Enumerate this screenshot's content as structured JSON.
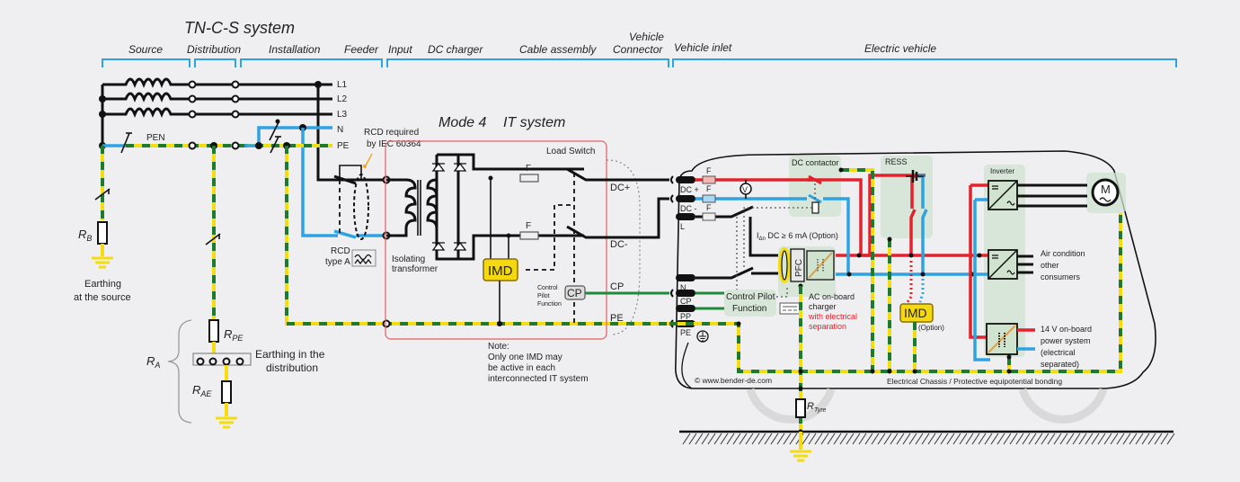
{
  "titles": {
    "tncs": "TN-C-S system",
    "mode4": "Mode 4",
    "it_system": "IT system"
  },
  "sections": [
    {
      "label": "Source"
    },
    {
      "label": "Distribution"
    },
    {
      "label": "Installation"
    },
    {
      "label": "Feeder"
    },
    {
      "label": "Input"
    },
    {
      "label": "DC charger"
    },
    {
      "label": "Cable assembly"
    },
    {
      "label": "Vehicle",
      "label2": "Connector"
    },
    {
      "label": "Vehicle inlet"
    },
    {
      "label": "Electric vehicle"
    }
  ],
  "conductors": {
    "l1": "L1",
    "l2": "L2",
    "l3": "L3",
    "n": "N",
    "pe": "PE",
    "pen": "PEN"
  },
  "source": {
    "rb": "R",
    "rb_sub": "B",
    "earthing_line1": "Earthing",
    "earthing_line2": "at the source"
  },
  "distribution": {
    "ra": "R",
    "ra_sub": "A",
    "rpe": "R",
    "rpe_sub": "PE",
    "rae": "R",
    "rae_sub": "AE",
    "earthing_line1": "Earthing in the",
    "earthing_line2": "distribution"
  },
  "rcd": {
    "required_line1": "RCD required",
    "required_line2": "by IEC 60364",
    "label_line1": "RCD",
    "label_line2": "type A"
  },
  "charger": {
    "load_switch": "Load Switch",
    "fuse": "F",
    "isolating_line1": "Isolating",
    "isolating_line2": "transformer",
    "imd": "IMD",
    "cp_box": "CP",
    "cp_func_line1": "Control",
    "cp_func_line2": "Pilot",
    "cp_func_line3": "Function",
    "dc_plus": "DC+",
    "dc_minus": "DC-",
    "cp": "CP",
    "pe": "PE"
  },
  "note": {
    "line1": "Note:",
    "line2": "Only one IMD may",
    "line3": "be active in each",
    "line4": "interconnected IT system"
  },
  "inlet": {
    "dc_plus": "DC +",
    "dc_minus": "DC -",
    "l": "L",
    "n": "N",
    "cp": "CP",
    "pp": "PP",
    "pe": "PE",
    "fuse": "F",
    "voltmeter": "V"
  },
  "ev": {
    "dc_contactor": "DC contactor",
    "idn": "I",
    "idn_sub": "Δn",
    "idn_rest": " DC ≥ 6 mA (Option)",
    "pfc": "PFC",
    "cp_function_line1": "Control Pilot",
    "cp_function_line2": "Function",
    "ac_charger_line1": "AC on-board",
    "ac_charger_line2": "charger",
    "ac_charger_line3": "with electrical",
    "ac_charger_line4": "separation",
    "ress": "RESS",
    "imd": "IMD",
    "imd_option": "(Option)",
    "inverter": "Inverter",
    "motor": "M",
    "air_line1": "Air condition",
    "air_line2": "other",
    "air_line3": "consumers",
    "v14_line1": "14 V on-board",
    "v14_line2": "power system",
    "v14_line3": "(electrical",
    "v14_line4": "separated)",
    "chassis": "Electrical Chassis / Protective equipotential bonding",
    "copyright": "© www.bender-de.com",
    "rtyre": "R",
    "rtyre_sub": "Tyre"
  },
  "colors": {
    "dc_plus": "#e3222b",
    "dc_minus": "#2ea3e3",
    "pe_yellow": "#f5dc10",
    "pe_green": "#1f7a2e",
    "bracket": "#2ea3e3",
    "imd": "#f5d80e",
    "module_bg": "#cfe3cf"
  }
}
